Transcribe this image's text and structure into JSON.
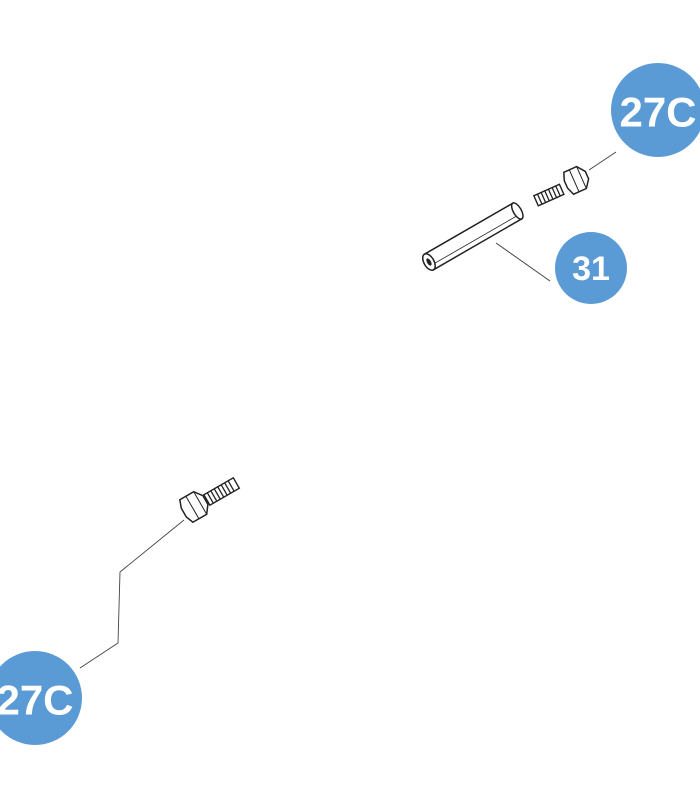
{
  "callouts": {
    "top_right": {
      "label": "27C"
    },
    "middle_right": {
      "label": "31"
    },
    "bottom_left": {
      "label": "27C"
    }
  },
  "colors": {
    "callout_fill": "#5b9bd5",
    "callout_text": "#ffffff",
    "line_art": "#222222",
    "leader": "#444444",
    "background": "#ffffff"
  },
  "parts": [
    "hex-bolt",
    "spacer-tube",
    "hex-bolt"
  ]
}
